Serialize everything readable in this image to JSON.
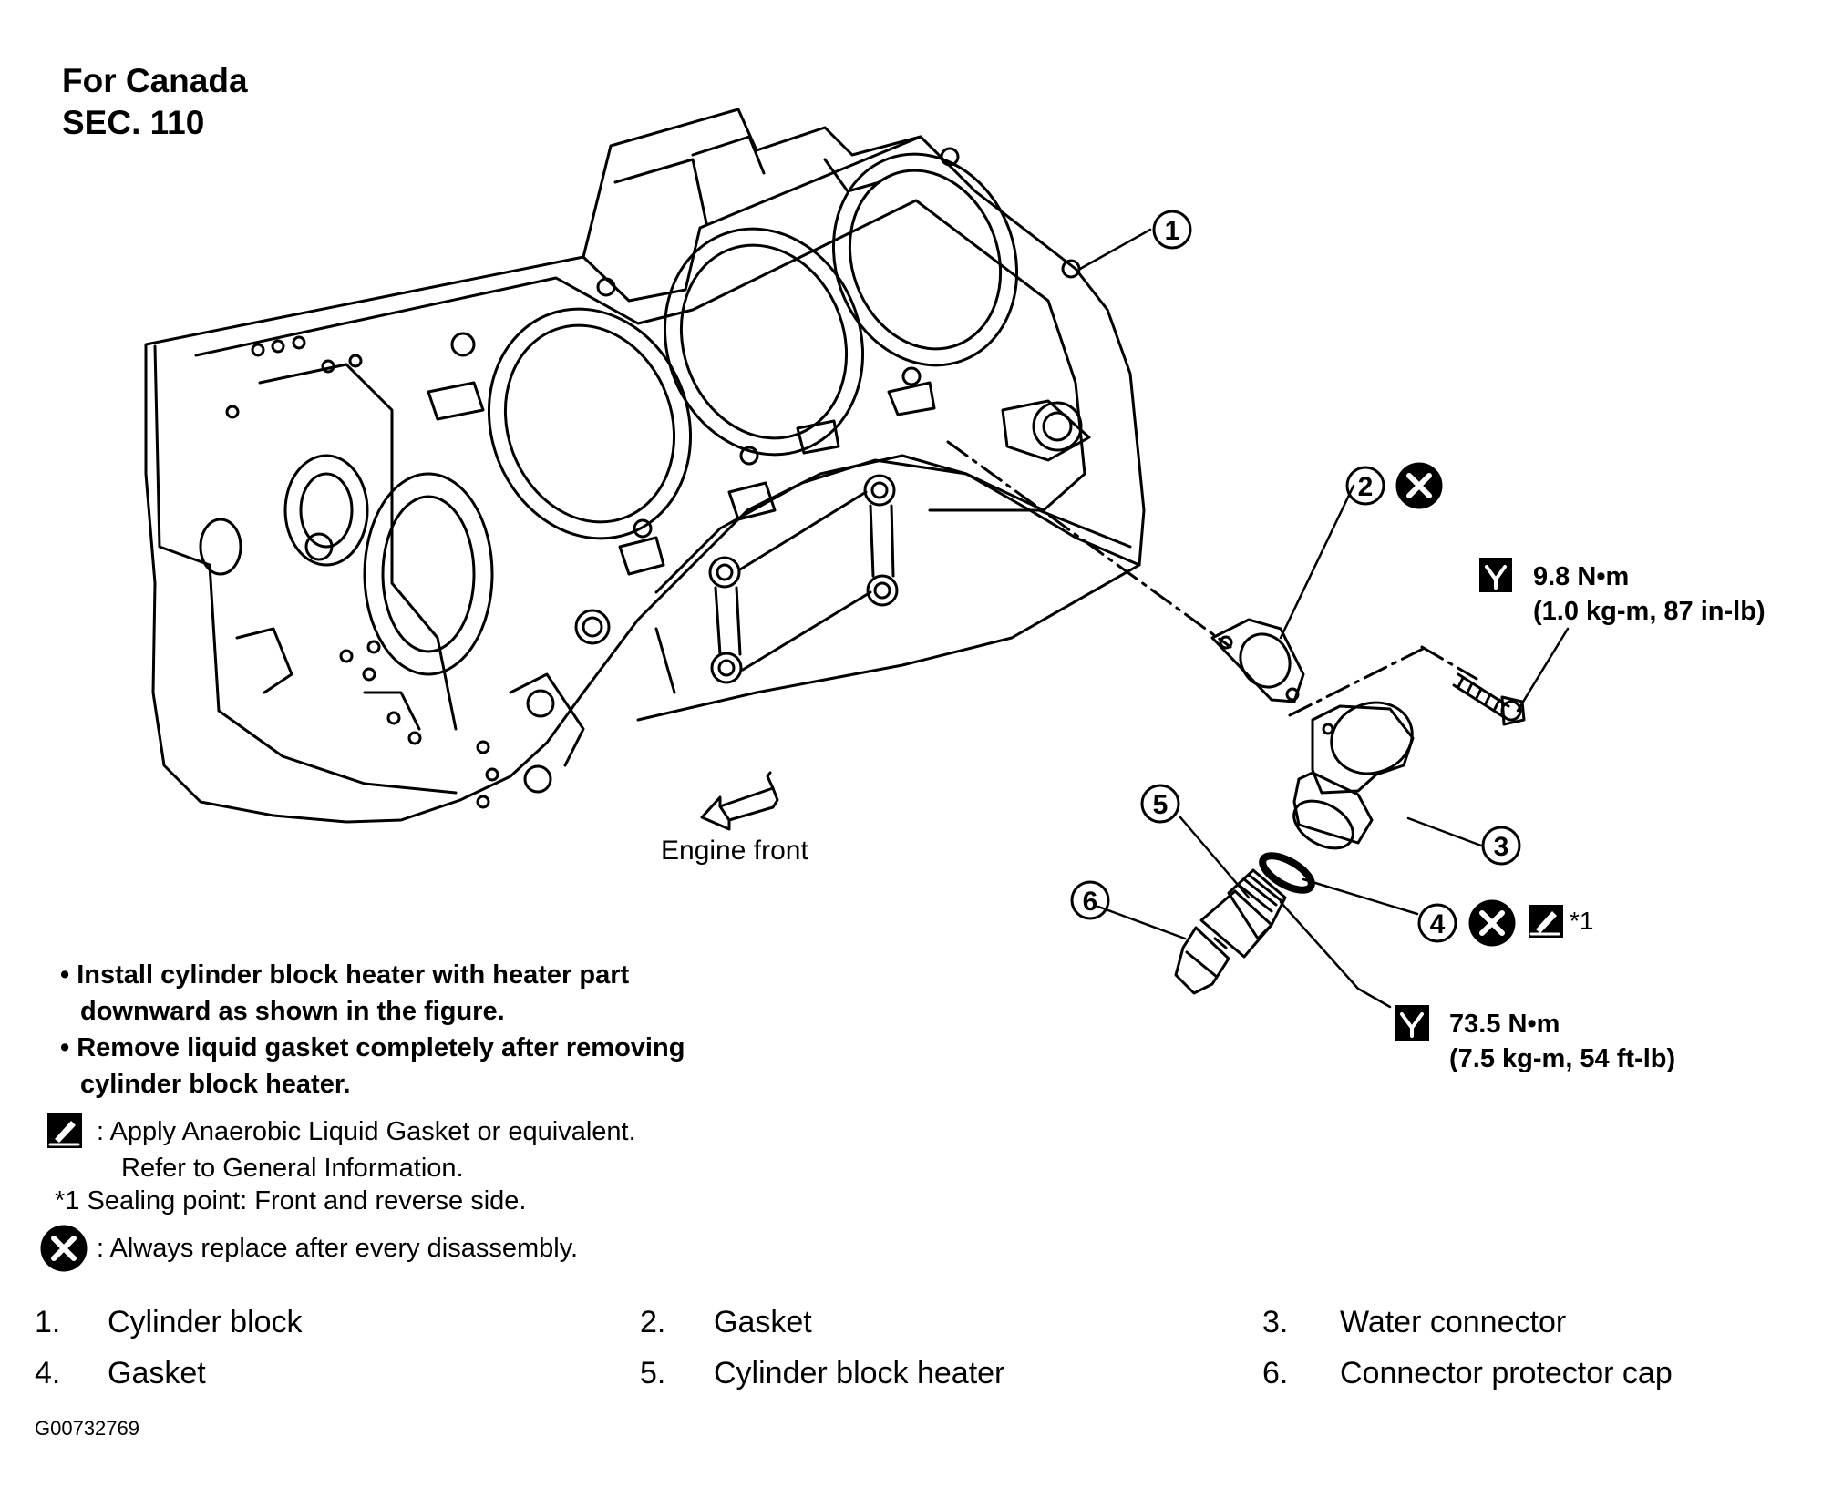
{
  "header": {
    "line1": "For Canada",
    "line2": "SEC. 110"
  },
  "callouts": [
    "1",
    "2",
    "3",
    "4",
    "5",
    "6"
  ],
  "torque": {
    "bolt": {
      "value": "9.8 N•m",
      "alt": "(1.0 kg-m, 87 in-lb)"
    },
    "heater": {
      "value": "73.5 N•m",
      "alt": "(7.5 kg-m, 54 ft-lb)"
    }
  },
  "gasket_note": "*1",
  "engine_front": "Engine front",
  "notes": [
    {
      "bullet": "•",
      "line1": "Install cylinder block heater with heater part",
      "line2": "downward as shown in the figure."
    },
    {
      "bullet": "•",
      "line1": "Remove liquid gasket completely after removing",
      "line2": "cylinder block heater."
    }
  ],
  "legend": {
    "liquid_gasket": {
      "line1": ": Apply Anaerobic Liquid Gasket or equivalent.",
      "line2": "Refer to General Information."
    },
    "sealing_point": "*1 Sealing point: Front and reverse side.",
    "replace": ": Always replace after every disassembly."
  },
  "parts": [
    {
      "num": "1.",
      "name": "Cylinder block"
    },
    {
      "num": "2.",
      "name": "Gasket"
    },
    {
      "num": "3.",
      "name": "Water connector"
    },
    {
      "num": "4.",
      "name": "Gasket"
    },
    {
      "num": "5.",
      "name": "Cylinder block heater"
    },
    {
      "num": "6.",
      "name": "Connector protector cap"
    }
  ],
  "figure_id": "G00732769",
  "icons": {
    "replace": "x-circle-icon",
    "liquid_gasket": "liquid-gasket-icon",
    "torque": "torque-wrench-icon"
  },
  "colors": {
    "ink": "#000000",
    "paper": "#ffffff"
  }
}
